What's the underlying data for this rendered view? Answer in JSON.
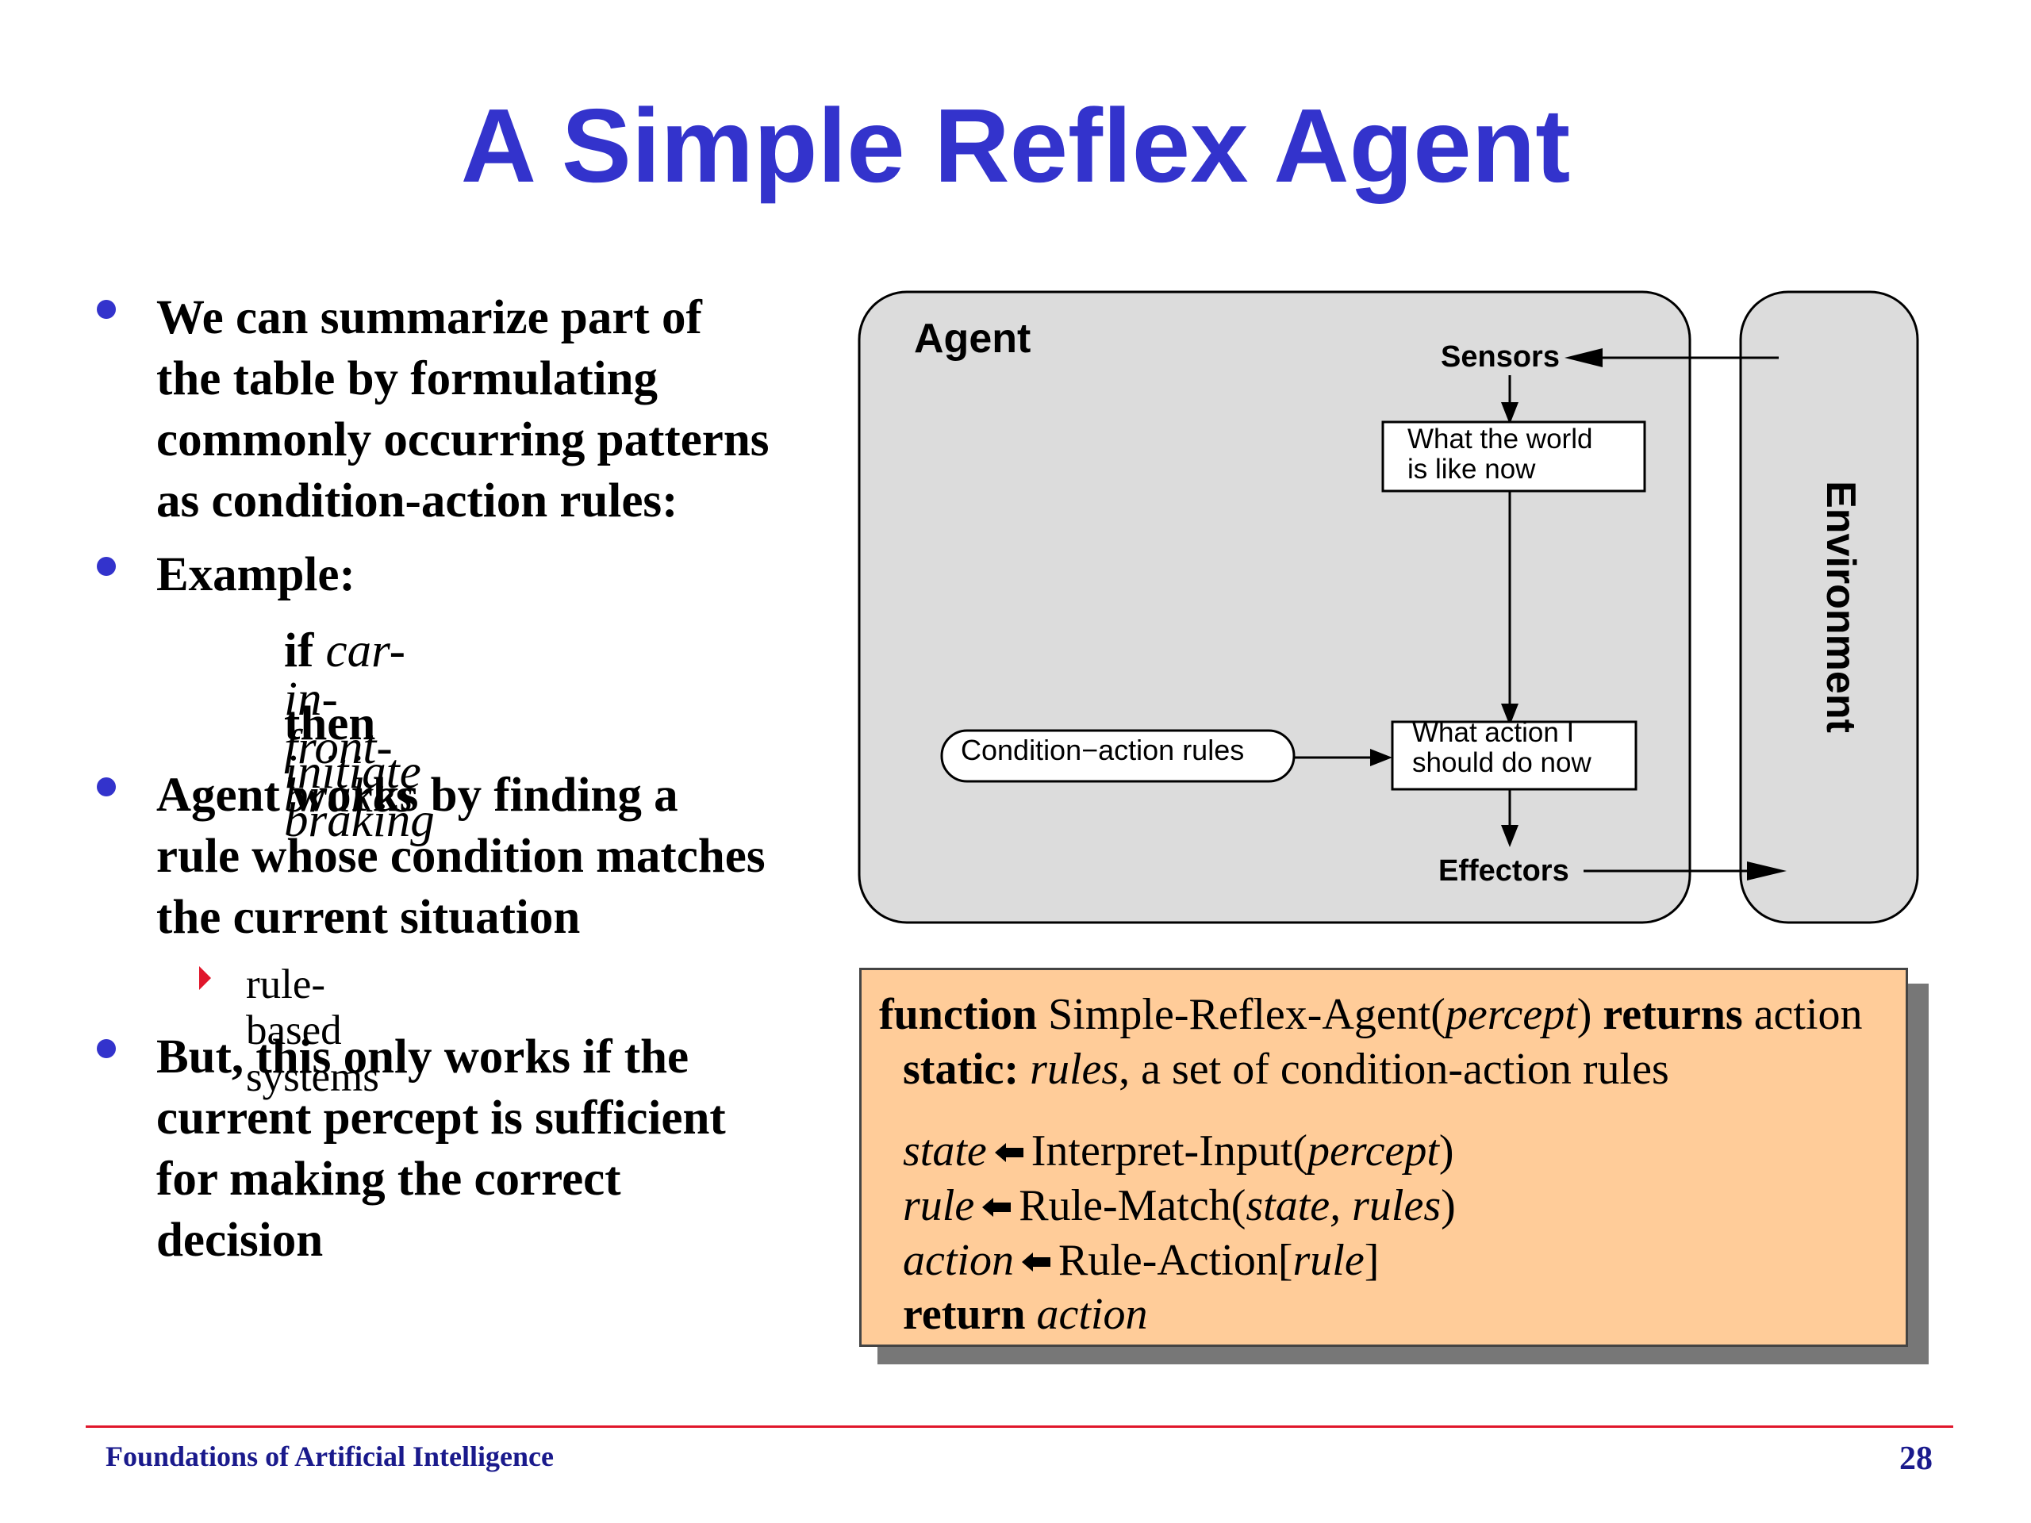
{
  "slide": {
    "title": "A Simple Reflex Agent"
  },
  "bullets": [
    {
      "lines": [
        "We can summarize part of",
        "the table by formulating",
        "commonly occurring patterns",
        "as condition-action rules:"
      ]
    },
    {
      "lines": [
        "Example:"
      ]
    },
    {
      "lines": [
        "Agent works by finding a",
        "rule whose condition matches",
        "the current situation"
      ]
    },
    {
      "lines": [
        "But, this only works if the",
        "current percept is sufficient",
        "for making the correct",
        "decision"
      ]
    }
  ],
  "example": {
    "if_keyword": "if",
    "if_value": "car-in-front-brakes",
    "then_keyword": "then",
    "then_value": "initiate braking"
  },
  "sub_bullet": "rule-based systems",
  "diagram": {
    "agent_label": "Agent",
    "sensors_label": "Sensors",
    "world_state_lines": [
      "What the world",
      "is like now"
    ],
    "action_lines": [
      "What action I",
      "should do now"
    ],
    "rules_label": "Condition−action rules",
    "effectors_label": "Effectors",
    "environment_label": "Environment"
  },
  "code": {
    "line1": {
      "kw1": "function",
      "name": " Simple-Reflex-Agent(",
      "arg": "percept",
      "close": ") ",
      "kw2": "returns",
      "ret": " action"
    },
    "line2": {
      "kw": "static:",
      "var": " rules",
      "rest": ", a set of condition-action rules"
    },
    "line3": {
      "var": "state",
      "call": "Interpret-Input(",
      "arg": "percept",
      "close": ")"
    },
    "line4": {
      "var": "rule",
      "call": "Rule-Match(",
      "arg": "state, rules",
      "close": ")"
    },
    "line5": {
      "var": "action",
      "call": "Rule-Action[",
      "arg": "rule",
      "close": "]"
    },
    "line6": {
      "kw": "return",
      "var": " action"
    }
  },
  "footer": {
    "course": "Foundations of Artificial Intelligence",
    "page_number": "28"
  },
  "colors": {
    "title": "#3333cc",
    "bullet": "#3333cc",
    "sub_bullet": "#e0162b",
    "footer_rule": "#e0162b",
    "footer_text": "#1a1a8c",
    "code_background": "#ffcc99",
    "diagram_panel": "#dcdcdc"
  }
}
